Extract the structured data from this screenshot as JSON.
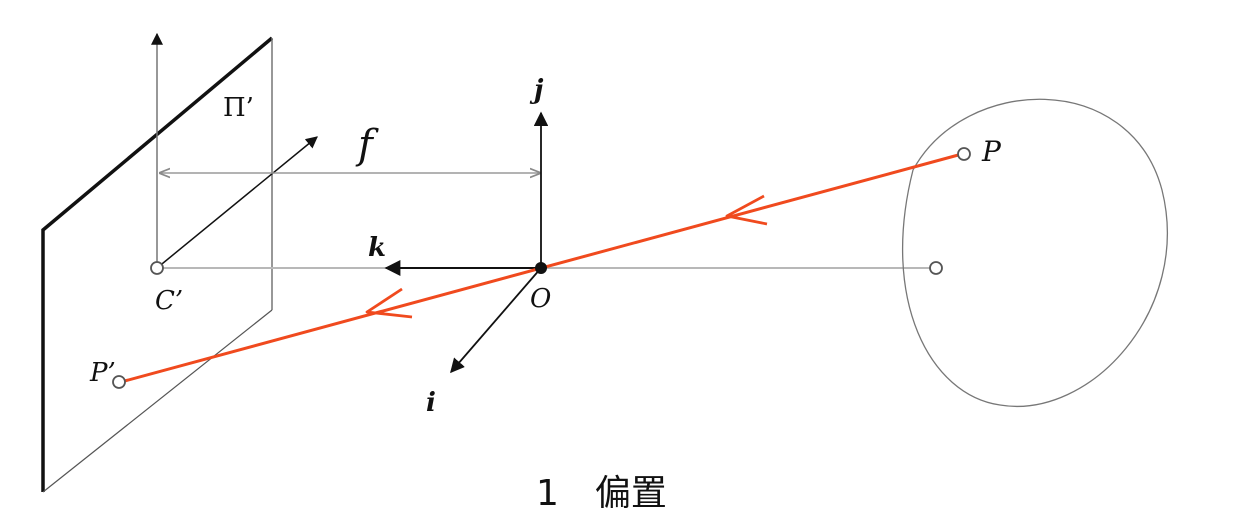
{
  "labels": {
    "pi_prime": "Π’",
    "f": "f",
    "j": "j",
    "k": "k",
    "i": "i",
    "c_prime": "C’",
    "o": "O",
    "p": "P",
    "p_prime": "P’"
  },
  "caption": "1　偏置",
  "colors": {
    "ray": "#f04a1e",
    "ink": "#111111",
    "guide": "#9a9a9a",
    "axis_light": "#b8b8b8"
  }
}
